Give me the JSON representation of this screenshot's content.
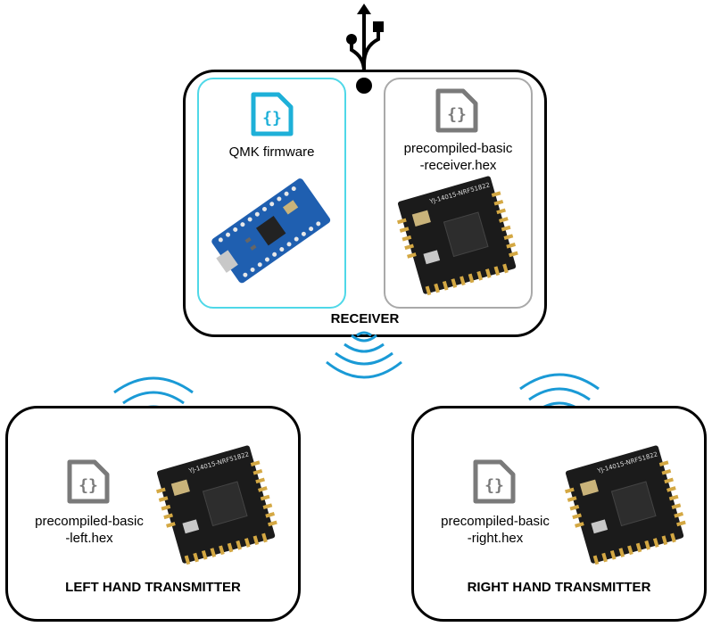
{
  "receiver": {
    "title": "RECEIVER",
    "firmware_label": "QMK firmware",
    "hex_label_line1": "precompiled-basic",
    "hex_label_line2": "-receiver.hex"
  },
  "left": {
    "title": "LEFT HAND TRANSMITTER",
    "hex_label_line1": "precompiled-basic",
    "hex_label_line2": "-left.hex"
  },
  "right": {
    "title": "RIGHT HAND TRANSMITTER",
    "hex_label_line1": "precompiled-basic",
    "hex_label_line2": "-right.hex"
  },
  "chip_silkscreen": "YJ-14015-NRF51822",
  "colors": {
    "qmk_accent": "#1eb0d8",
    "qmk_border": "#4fd8e8",
    "hex_icon": "#7a7a7a",
    "hex_border": "#a9a9a9",
    "wifi": "#1a9ad6",
    "board_blue": "#1f5fb0",
    "chip_board": "#1b1b1b",
    "gold_pad": "#d4a843"
  },
  "icons": [
    "usb-icon",
    "code-file-icon",
    "wireless-signal-icon",
    "pro-micro-board",
    "nrf51822-module"
  ]
}
